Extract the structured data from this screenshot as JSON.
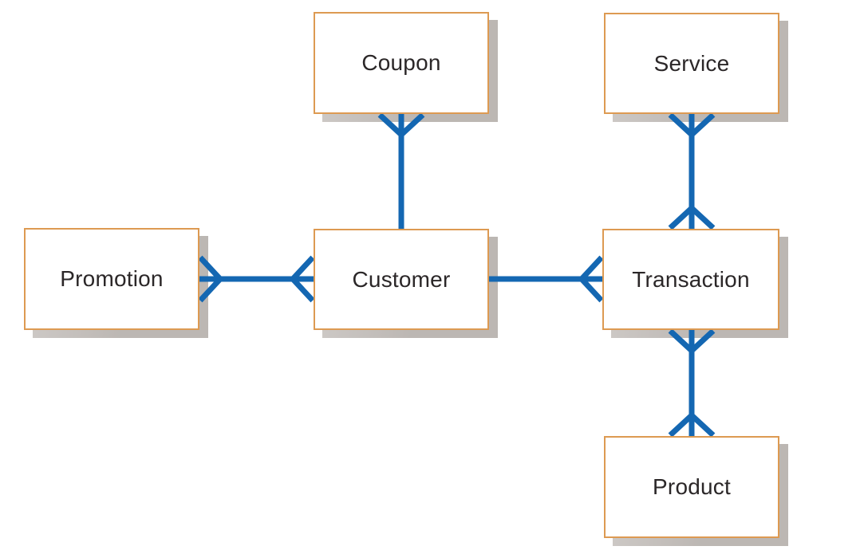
{
  "diagram": {
    "type": "entity-relationship-diagram",
    "entities": {
      "promotion": {
        "label": "Promotion"
      },
      "coupon": {
        "label": "Coupon"
      },
      "customer": {
        "label": "Customer"
      },
      "service": {
        "label": "Service"
      },
      "transaction": {
        "label": "Transaction"
      },
      "product": {
        "label": "Product"
      }
    },
    "relationships": [
      {
        "between": [
          "Customer",
          "Coupon"
        ],
        "cardinality": "one-to-many",
        "many_end": "Coupon"
      },
      {
        "between": [
          "Promotion",
          "Customer"
        ],
        "cardinality": "many-to-many"
      },
      {
        "between": [
          "Customer",
          "Transaction"
        ],
        "cardinality": "one-to-many",
        "many_end": "Transaction"
      },
      {
        "between": [
          "Service",
          "Transaction"
        ],
        "cardinality": "many-to-many"
      },
      {
        "between": [
          "Transaction",
          "Product"
        ],
        "cardinality": "many-to-many"
      }
    ],
    "colors": {
      "connector_blue": "#1467B2",
      "entity_border_orange": "#DD9A52",
      "entity_fill": "#FFFFFF",
      "shadow_gray": "#BCB7B3",
      "label_text": "#2B2728",
      "background": "#FFFFFF"
    }
  }
}
